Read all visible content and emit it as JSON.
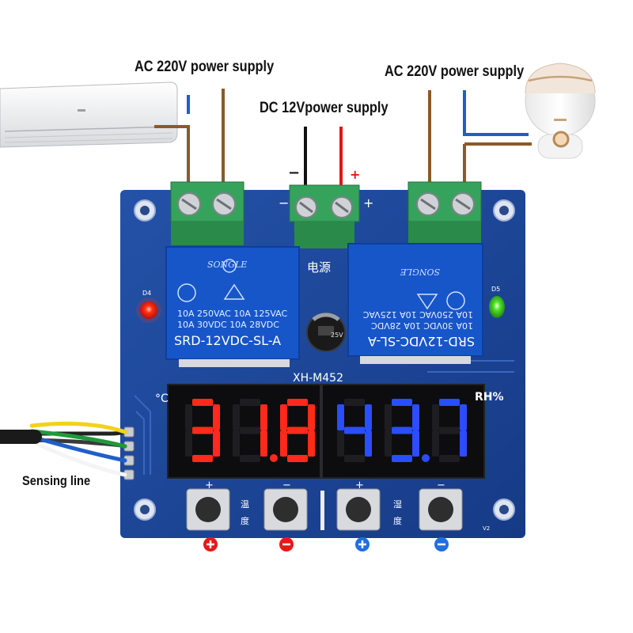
{
  "labels": {
    "ac_left": "AC 220V power supply",
    "ac_right": "AC 220V power supply",
    "dc": "DC 12Vpower supply",
    "sensing": "Sensing line",
    "minus": "−",
    "plus": "+"
  },
  "board": {
    "model": "XH-M452",
    "power_cn": "电源",
    "unit_temp": "°C",
    "unit_hum": "RH%",
    "led_left": "D4",
    "led_right": "D5",
    "version": "V2",
    "btn_temp_cn": [
      "温",
      "度"
    ],
    "btn_hum_cn": [
      "湿",
      "度"
    ],
    "btn_marks": [
      "+",
      "−",
      "+",
      "−"
    ],
    "terminal_marks": [
      "−",
      "+"
    ],
    "capacitor": "25V"
  },
  "relay": {
    "brand": "SONGLE",
    "line1": "10A 250VAC  10A 125VAC",
    "line2": "10A  30VDC  10A  28VDC",
    "model": "SRD-12VDC-SL-A"
  },
  "display": {
    "temperature": {
      "digits": [
        "3",
        "1",
        "8"
      ],
      "decimal_after": 2,
      "color": "#ff2a1a"
    },
    "humidity": {
      "digits": [
        "4",
        "3",
        "7"
      ],
      "decimal_after": 2,
      "color": "#2a4dff"
    }
  },
  "colors": {
    "board": "#1b3f8f",
    "terminal": "#2f9a55",
    "relay": "#1756c9",
    "wire_brown": "#8a5a2a",
    "wire_blue": "#1f5fc7",
    "wire_red": "#e01818",
    "wire_black": "#111111"
  },
  "icons": {
    "button_plus": "plus-circle-icon",
    "button_minus": "minus-circle-icon"
  }
}
